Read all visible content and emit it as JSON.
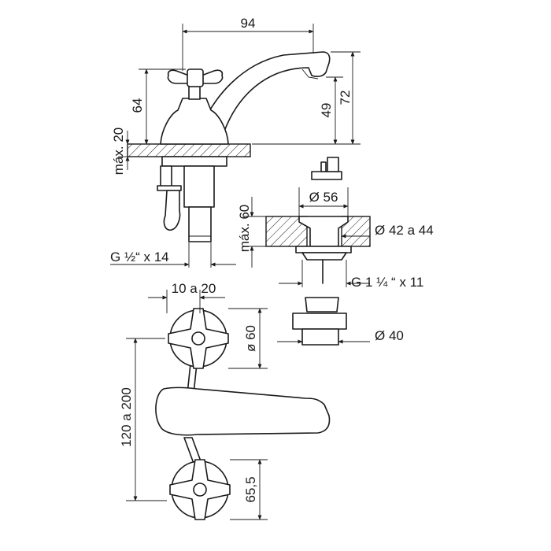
{
  "dimensions": {
    "width_94": "94",
    "height_72": "72",
    "height_49": "49",
    "height_64": "64",
    "max_20": "máx. 20",
    "thread_half": "G ½“ x 14",
    "diameter_56": "Ø 56",
    "max_60": "máx. 60",
    "diameter_42_44": "Ø 42 a 44",
    "thread_1_quarter": "G 1 ¼ “ x 11",
    "diameter_40": "Ø 40",
    "spacing_10_20": "10 a 20",
    "diameter_60": "ø 60",
    "spacing_120_200": "120 a 200",
    "height_65_5": "65,5"
  },
  "colors": {
    "line": "#1a1a1a",
    "background": "#ffffff"
  }
}
